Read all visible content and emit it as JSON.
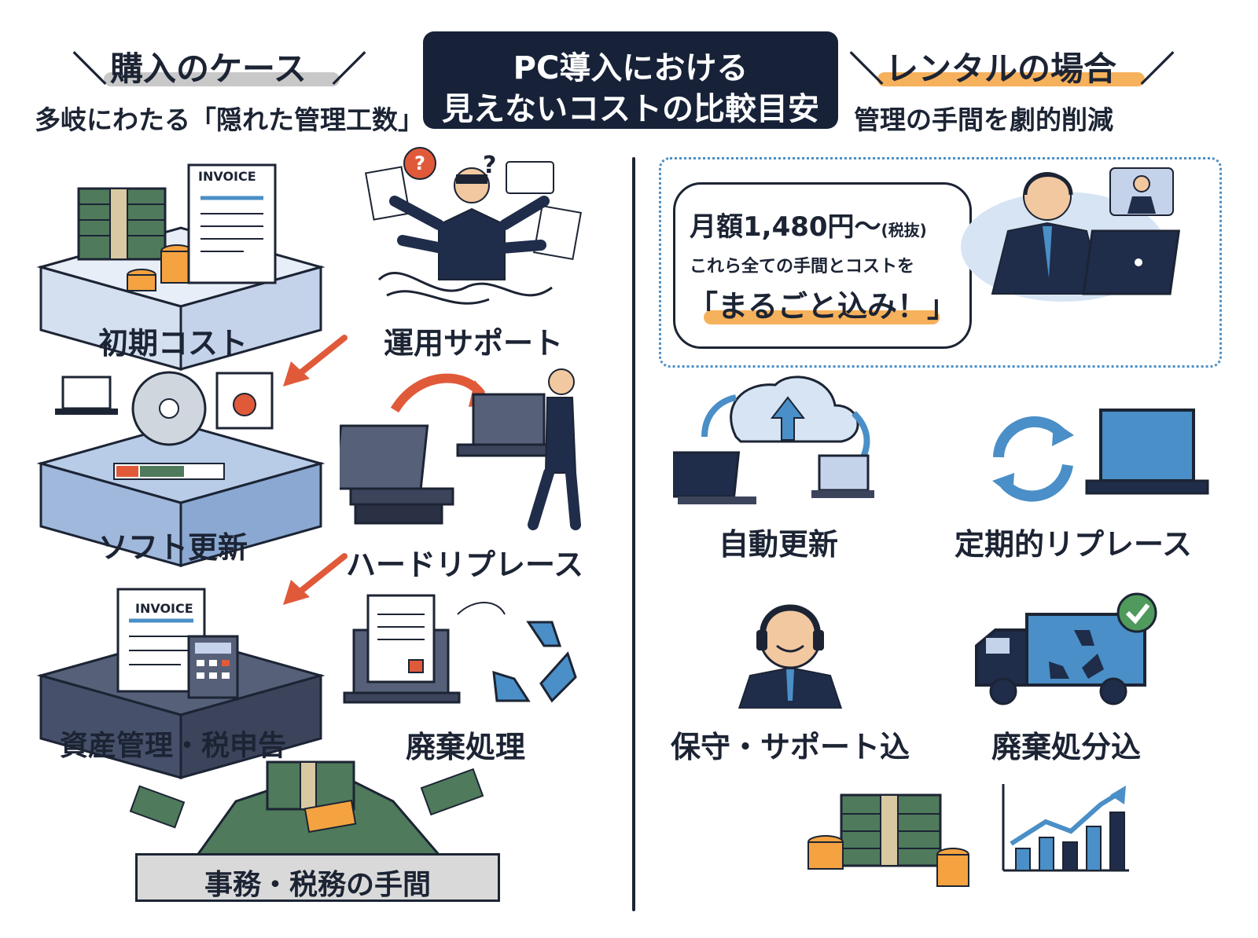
{
  "title": {
    "line1": "PC導入における",
    "line2": "見えないコストの比較目安"
  },
  "purchase": {
    "heading": "購入のケース",
    "subheading": "多岐にわたる「隠れた管理工数」",
    "items": {
      "initial_cost": "初期コスト",
      "operation_support": "運用サポート",
      "software_update": "ソフト更新",
      "hardware_replace": "ハードリプレース",
      "asset_tax": "資産管理・税申告",
      "disposal": "廃棄処理"
    },
    "footer": "事務・税務の手間",
    "invoice_label": "INVOICE"
  },
  "rental": {
    "heading": "レンタルの場合",
    "subheading": "管理の手間を劇的削減",
    "bubble": {
      "price": "月額1,480円〜",
      "tax_note": "(税抜)",
      "description": "これら全ての手間とコストを",
      "catch": "「まるごと込み！」"
    },
    "items": {
      "auto_update": "自動更新",
      "periodic_replace": "定期的リプレース",
      "maintenance_support": "保守・サポート込",
      "disposal_included": "廃棄処分込"
    }
  },
  "colors": {
    "navy": "#172238",
    "accent_orange": "#f4a340",
    "arrow_red": "#e05a3a",
    "blue": "#4a8fc7",
    "money_green": "#4f7a5c",
    "gray": "#c8c8c8"
  }
}
